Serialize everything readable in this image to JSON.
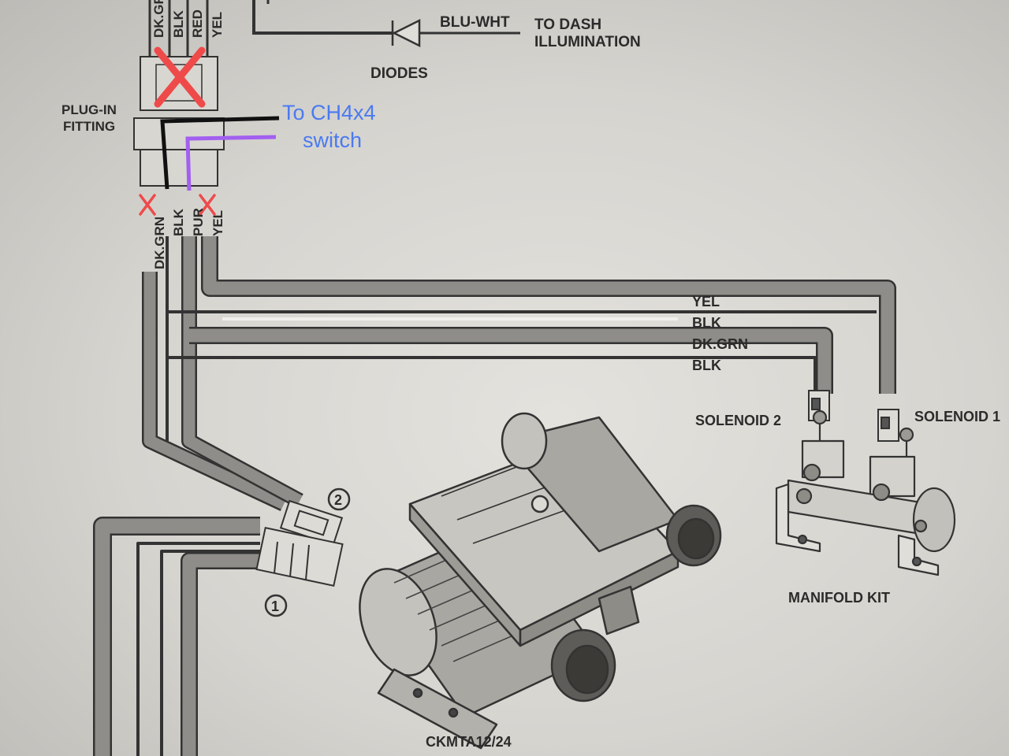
{
  "top_connector": {
    "wire_labels": [
      "DK.GRN",
      "BLK",
      "RED",
      "YEL"
    ]
  },
  "diodes": {
    "label": "DIODES",
    "wire_label": "BLU-WHT",
    "destination_line1": "TO DASH",
    "destination_line2": "ILLUMINATION"
  },
  "plug_in_fitting": {
    "line1": "PLUG-IN",
    "line2": "FITTING"
  },
  "annotation": {
    "line1": "To CH4x4",
    "line2": "switch",
    "text_color": "#4a7af0",
    "mark_color": "#ef4a4a",
    "black_wire_color": "#111111",
    "purple_wire_color": "#a25ff0"
  },
  "bottom_connector": {
    "wire_labels": [
      "DK.GRN",
      "BLK",
      "PUR",
      "YEL"
    ]
  },
  "harness_labels": [
    "YEL",
    "BLK",
    "DK.GRN",
    "BLK"
  ],
  "solenoid_1": "SOLENOID 1",
  "solenoid_2": "SOLENOID 2",
  "manifold_kit": "MANIFOLD KIT",
  "compressor_model": "CKMTA12/24",
  "connector_numbers": [
    "1",
    "2"
  ]
}
